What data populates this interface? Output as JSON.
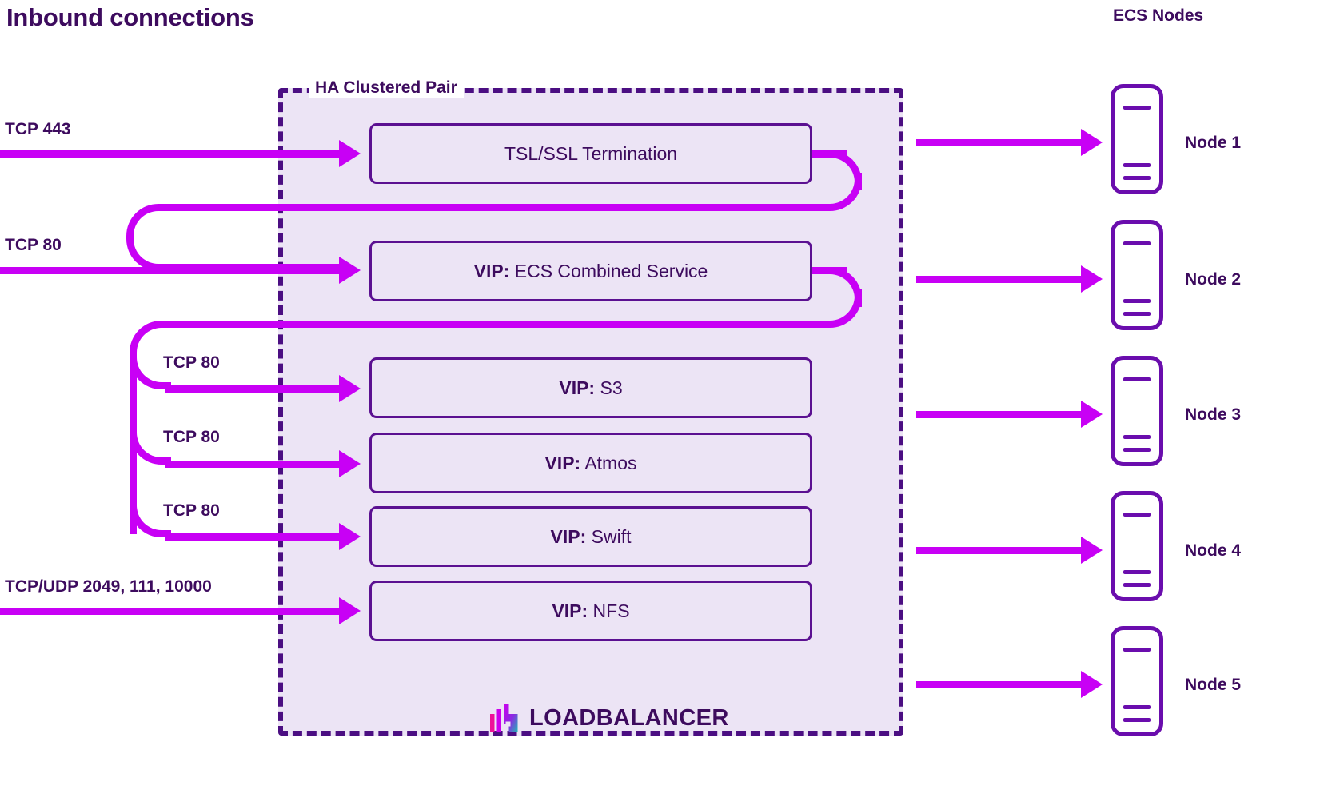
{
  "header": {
    "left_title": "Inbound connections",
    "right_title": "ECS Nodes"
  },
  "group": {
    "label": "HA Clustered Pair"
  },
  "inbound": [
    {
      "label": "TCP 443"
    },
    {
      "label": "TCP 80"
    },
    {
      "label": "TCP 80"
    },
    {
      "label": "TCP 80"
    },
    {
      "label": "TCP 80"
    },
    {
      "label": "TCP/UDP 2049, 111, 10000"
    }
  ],
  "services": [
    {
      "prefix": "",
      "name": "TSL/SSL Termination"
    },
    {
      "prefix": "VIP:",
      "name": " ECS Combined Service"
    },
    {
      "prefix": "VIP:",
      "name": " S3"
    },
    {
      "prefix": "VIP:",
      "name": " Atmos"
    },
    {
      "prefix": "VIP:",
      "name": " Swift"
    },
    {
      "prefix": "VIP:",
      "name": " NFS"
    }
  ],
  "nodes": [
    {
      "label": "Node 1"
    },
    {
      "label": "Node 2"
    },
    {
      "label": "Node 3"
    },
    {
      "label": "Node 4"
    },
    {
      "label": "Node 5"
    }
  ],
  "brand": {
    "word": "LOADBALANCER",
    "mark": "bar-chart-logo-icon"
  },
  "colors": {
    "text": "#3d0b5e",
    "panel_fill": "#ece4f5",
    "panel_border": "#4b0e82",
    "box_border": "#5b1091",
    "arrow": "#c800f5",
    "node_border": "#6a0dad",
    "logo_pink": "#ee1299",
    "logo_magenta": "#cc00ee",
    "logo_purple": "#8a2be2",
    "logo_teal": "#1fb6b6"
  }
}
